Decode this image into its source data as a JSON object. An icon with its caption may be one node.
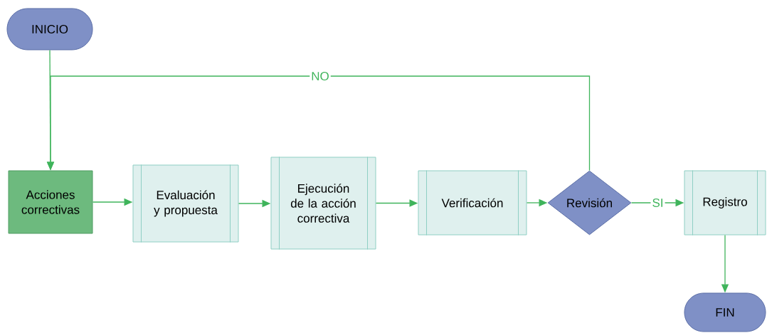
{
  "diagram": {
    "nodes": [
      {
        "text": [
          "INICIO"
        ]
      },
      {
        "text": [
          "Acciones correctivas"
        ]
      },
      {
        "text": [
          "Evaluación y propuesta"
        ]
      },
      {
        "text": [
          "Ejecución de la acción correctiva"
        ]
      },
      {
        "text": [
          "Verificación"
        ]
      },
      {
        "text": [
          "Revisión"
        ]
      },
      {
        "text": [
          "Registro"
        ]
      },
      {
        "text": [
          "FIN"
        ]
      }
    ],
    "edges": [
      {
        "from": 0,
        "to": 1,
        "arrow": "to"
      },
      {
        "from": 1,
        "to": 2,
        "arrow": "to"
      },
      {
        "from": 2,
        "to": 3,
        "arrow": "to"
      },
      {
        "from": 3,
        "to": 4,
        "arrow": "to"
      },
      {
        "from": 4,
        "to": 5,
        "arrow": "to"
      },
      {
        "from": 5,
        "to": 6,
        "arrow": "to",
        "label": "SI"
      },
      {
        "from": 6,
        "to": 7,
        "arrow": "to"
      },
      {
        "from": 5,
        "to": 1,
        "arrow": "to",
        "label": "NO"
      }
    ]
  }
}
